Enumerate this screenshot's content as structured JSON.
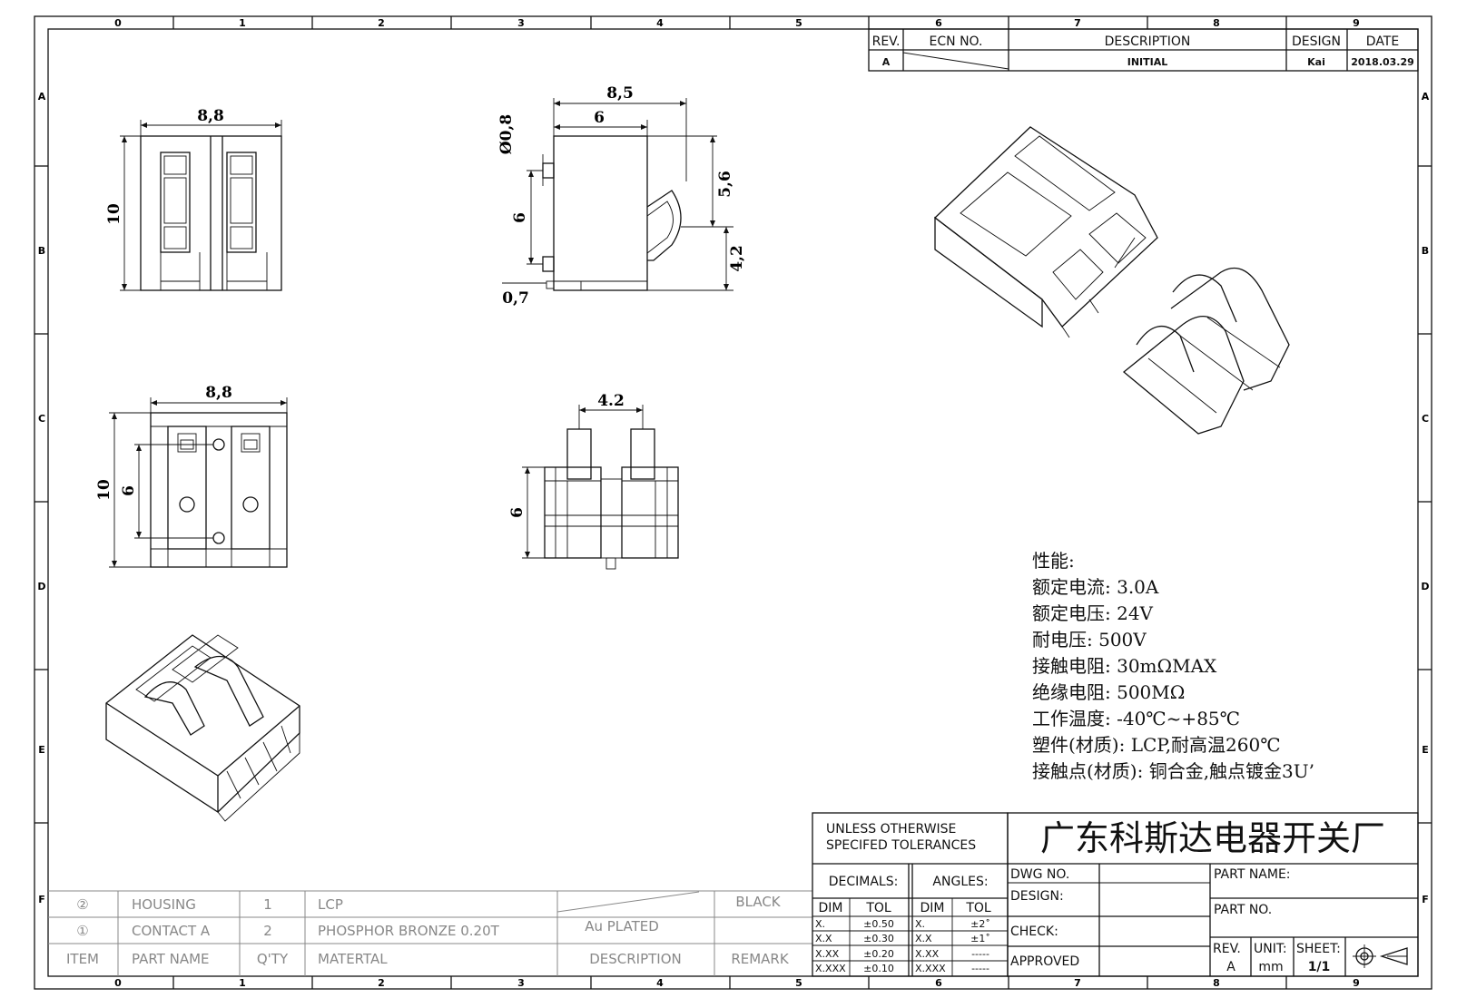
{
  "zones": {
    "columns": [
      "0",
      "1",
      "2",
      "3",
      "4",
      "5",
      "6",
      "7",
      "8",
      "9"
    ],
    "rows": [
      "A",
      "B",
      "C",
      "D",
      "E",
      "F"
    ]
  },
  "revision_block": {
    "headers": {
      "rev": "REV.",
      "ecn": "ECN NO.",
      "description": "DESCRIPTION",
      "design": "DESIGN",
      "date": "DATE"
    },
    "row": {
      "rev": "A",
      "ecn": "",
      "description": "INITIAL",
      "design": "Kai",
      "date": "2018.03.29"
    }
  },
  "dimensions": {
    "top_width": "8,8",
    "top_height": "10",
    "side_total": "8,5",
    "side_body": "6",
    "side_pin_dia": "Ø0,8",
    "side_pin_pitch": "6",
    "side_right_upper": "5,6",
    "side_right_lower": "4,2",
    "side_foot": "0,7",
    "bottom_width": "8,8",
    "bottom_height": "10",
    "bottom_pitch": "6",
    "front_pitch": "4.2",
    "front_height": "6"
  },
  "specs": {
    "title": "性能:",
    "lines": [
      "额定电流: 3.0A",
      "额定电压: 24V",
      "耐电压: 500V",
      "接触电阻: 30mΩMAX",
      "绝缘电阻: 500MΩ",
      "工作温度: -40℃~+85℃",
      "塑件(材质): LCP,耐高温260℃",
      "接触点(材质): 铜合金,触点镀金3U’"
    ]
  },
  "tolerance_block": {
    "heading_line1": "UNLESS OTHERWISE",
    "heading_line2": "SPECIFED TOLERANCES",
    "decimals": "DECIMALS:",
    "angles": "ANGLES:",
    "dim": "DIM",
    "tol": "TOL",
    "decimal_rows": [
      [
        "X.",
        "±0.50"
      ],
      [
        "X.X",
        "±0.30"
      ],
      [
        "X.XX",
        "±0.20"
      ],
      [
        "X.XXX",
        "±0.10"
      ]
    ],
    "angle_rows": [
      [
        "X.",
        "±2˚"
      ],
      [
        "X.X",
        "±1˚"
      ],
      [
        "X.XX",
        "-----"
      ],
      [
        "X.XXX",
        "-----"
      ]
    ]
  },
  "title_block": {
    "company": "广东科斯达电器开关厂",
    "dwg_no": "DWG NO.",
    "design": "DESIGN:",
    "check": "CHECK:",
    "approved": "APPROVED",
    "part_name": "PART NAME:",
    "part_no": "PART NO.",
    "rev_label": "REV.",
    "rev_value": "A",
    "unit_label": "UNIT:",
    "unit_value": "mm",
    "sheet_label": "SHEET:",
    "sheet_value": "1/1"
  },
  "bom": {
    "rows": [
      {
        "item": "②",
        "part_name": "HOUSING",
        "qty": "1",
        "material": "LCP",
        "description": "",
        "remark": "BLACK"
      },
      {
        "item": "①",
        "part_name": "CONTACT A",
        "qty": "2",
        "material": "PHOSPHOR BRONZE 0.20T",
        "description": "Au PLATED",
        "remark": ""
      }
    ],
    "header": {
      "item": "ITEM",
      "part_name": "PART NAME",
      "qty": "Q'TY",
      "material": "MATERTAL",
      "description": "DESCRIPTION",
      "remark": "REMARK"
    }
  }
}
